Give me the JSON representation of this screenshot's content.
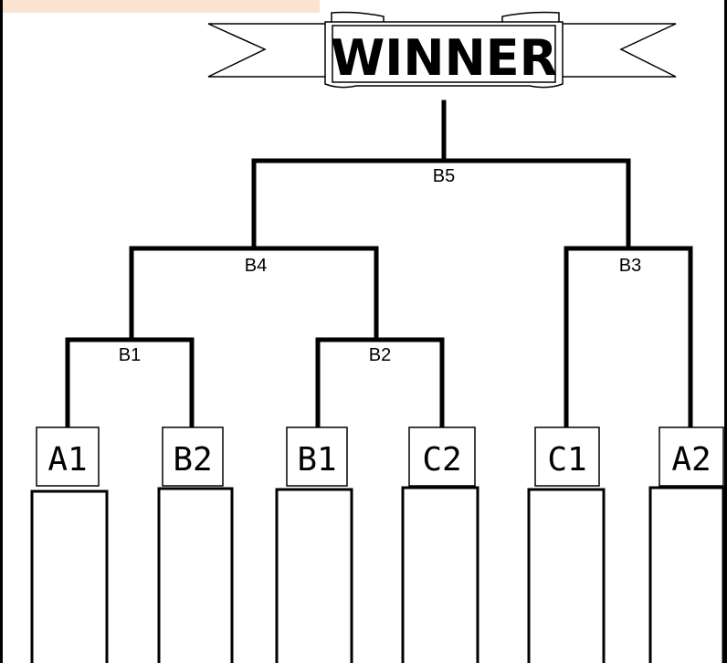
{
  "banner": {
    "title": "WINNER"
  },
  "bouts": {
    "final": "B5",
    "semi_left": "B4",
    "semi_right": "B3",
    "qf_left": "B1",
    "qf_mid": "B2"
  },
  "seeds": [
    "A1",
    "B2",
    "B1",
    "C2",
    "C1",
    "A2"
  ],
  "colors": {
    "line": "#000000",
    "tab": "#fbe3cf",
    "background": "#ffffff"
  }
}
